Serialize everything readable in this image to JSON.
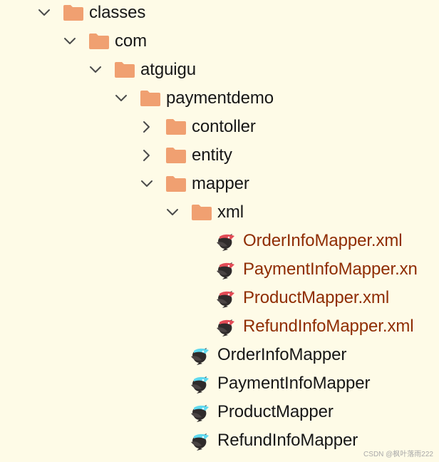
{
  "colors": {
    "background": "#fefbe7",
    "folder": "#f0a071",
    "text": "#171717",
    "xml_text": "#8f2d03",
    "chevron": "#4b4b4b",
    "mapper_icon_accent": "#5fd9ef",
    "xml_icon_accent": "#e34b56"
  },
  "tree": {
    "nodes": [
      {
        "label": "classes",
        "depth": 0,
        "type": "folder",
        "expanded": true,
        "icon": "folder-icon"
      },
      {
        "label": "com",
        "depth": 1,
        "type": "folder",
        "expanded": true,
        "icon": "folder-icon"
      },
      {
        "label": "atguigu",
        "depth": 2,
        "type": "folder",
        "expanded": true,
        "icon": "folder-icon"
      },
      {
        "label": "paymentdemo",
        "depth": 3,
        "type": "folder",
        "expanded": true,
        "icon": "folder-icon"
      },
      {
        "label": "contoller",
        "depth": 4,
        "type": "folder",
        "expanded": false,
        "icon": "folder-icon"
      },
      {
        "label": "entity",
        "depth": 4,
        "type": "folder",
        "expanded": false,
        "icon": "folder-icon"
      },
      {
        "label": "mapper",
        "depth": 4,
        "type": "folder",
        "expanded": true,
        "icon": "folder-icon"
      },
      {
        "label": "xml",
        "depth": 5,
        "type": "folder",
        "expanded": true,
        "icon": "folder-icon"
      },
      {
        "label": "OrderInfoMapper.xml",
        "depth": 6,
        "type": "xml-file",
        "icon": "mybatis-xml-icon"
      },
      {
        "label": "PaymentInfoMapper.xn",
        "depth": 6,
        "type": "xml-file",
        "icon": "mybatis-xml-icon"
      },
      {
        "label": "ProductMapper.xml",
        "depth": 6,
        "type": "xml-file",
        "icon": "mybatis-xml-icon"
      },
      {
        "label": "RefundInfoMapper.xml",
        "depth": 6,
        "type": "xml-file",
        "icon": "mybatis-xml-icon"
      },
      {
        "label": "OrderInfoMapper",
        "depth": 5,
        "type": "mapper-file",
        "icon": "mybatis-mapper-icon"
      },
      {
        "label": "PaymentInfoMapper",
        "depth": 5,
        "type": "mapper-file",
        "icon": "mybatis-mapper-icon"
      },
      {
        "label": "ProductMapper",
        "depth": 5,
        "type": "mapper-file",
        "icon": "mybatis-mapper-icon"
      },
      {
        "label": "RefundInfoMapper",
        "depth": 5,
        "type": "mapper-file",
        "icon": "mybatis-mapper-icon"
      }
    ]
  },
  "watermark": "CSDN @枫叶落雨222"
}
